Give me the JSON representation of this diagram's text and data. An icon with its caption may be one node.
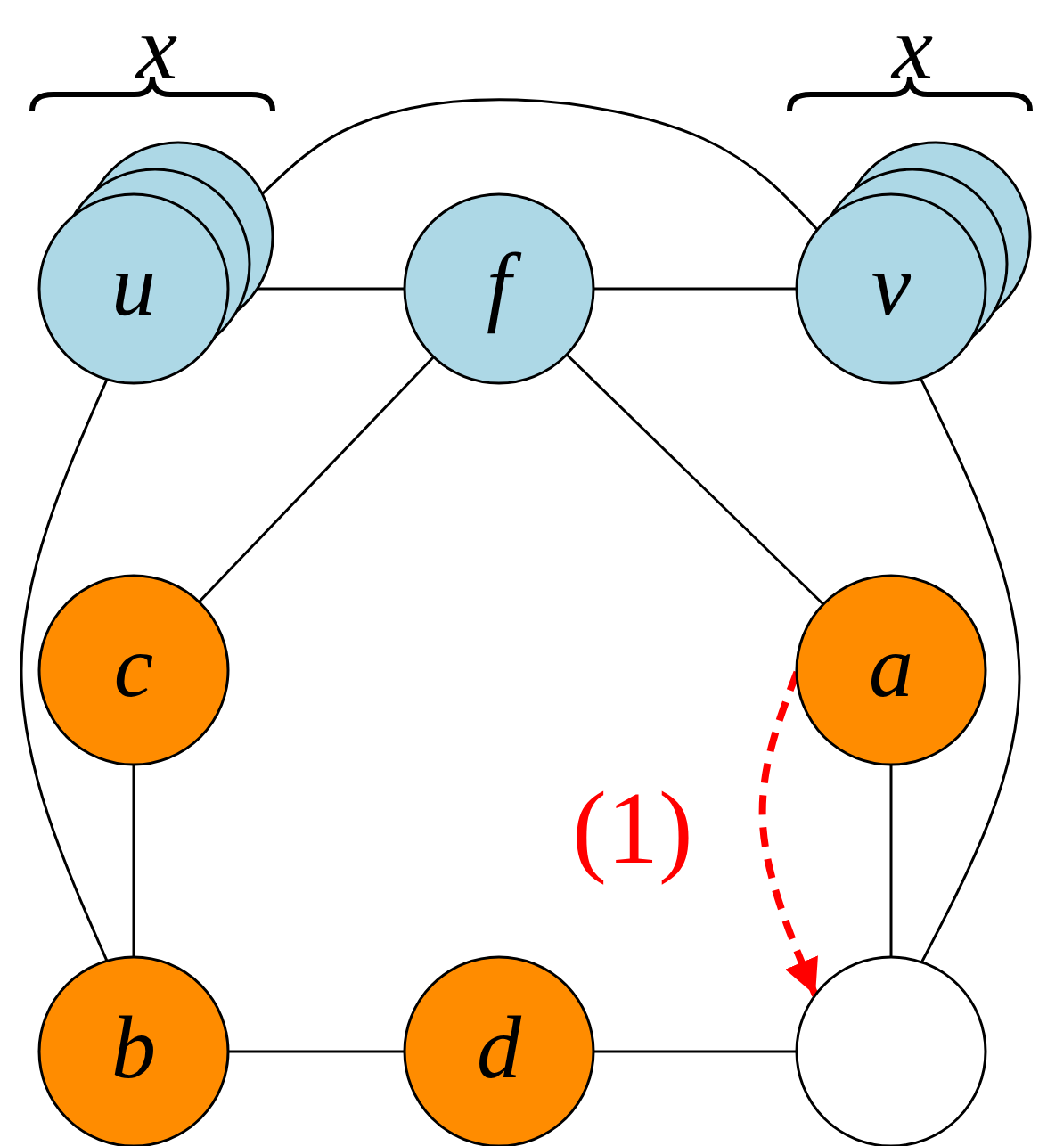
{
  "diagram": {
    "nodes": [
      {
        "text": [
          "u"
        ]
      },
      {
        "text": [
          "f"
        ]
      },
      {
        "text": [
          "v"
        ]
      },
      {
        "text": [
          "c"
        ]
      },
      {
        "text": [
          "a"
        ]
      },
      {
        "text": [
          "b"
        ]
      },
      {
        "text": [
          "d"
        ]
      },
      {
        "text": [],
        "shape": "circle"
      }
    ],
    "edges": [
      {
        "from": 0,
        "to": 1,
        "arrow": "none"
      },
      {
        "from": 1,
        "to": 2,
        "arrow": "none"
      },
      {
        "from": 0,
        "to": 2,
        "arrow": "none"
      },
      {
        "from": 1,
        "to": 3,
        "arrow": "none"
      },
      {
        "from": 1,
        "to": 4,
        "arrow": "none"
      },
      {
        "from": 3,
        "to": 5,
        "arrow": "none"
      },
      {
        "from": 0,
        "to": 5,
        "arrow": "none"
      },
      {
        "from": 2,
        "to": 7,
        "arrow": "none"
      },
      {
        "from": 5,
        "to": 6,
        "arrow": "none"
      },
      {
        "from": 6,
        "to": 7,
        "arrow": "none"
      },
      {
        "from": 4,
        "to": 7,
        "arrow": "none"
      },
      {
        "from": 4,
        "to": 7,
        "arrow": "to",
        "label": "(1)",
        "style": "dashed",
        "color": "#ff0000"
      }
    ],
    "labels": [
      "x",
      "x"
    ]
  }
}
